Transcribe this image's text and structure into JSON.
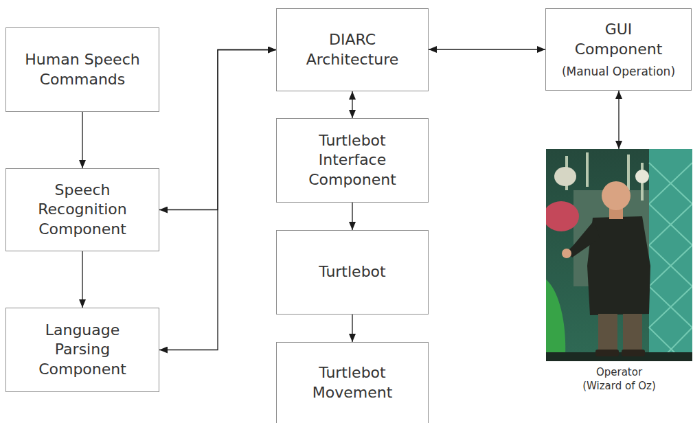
{
  "diagram": {
    "nodes": [
      {
        "text": [
          "Human Speech Commands"
        ]
      },
      {
        "text": [
          "DIARC Architecture"
        ]
      },
      {
        "text": [
          "GUI Component",
          "(Manual Operation)"
        ]
      },
      {
        "text": [
          "Turtlebot Interface Component"
        ]
      },
      {
        "text": [
          "Speech Recognition Component"
        ]
      },
      {
        "text": [
          "Operator (Wizard of Oz)"
        ]
      },
      {
        "text": [
          "Language Parsing Component"
        ]
      },
      {
        "text": [
          "Turtlebot"
        ]
      },
      {
        "text": [
          "Turtlebot Movement"
        ]
      }
    ],
    "edges": [
      {
        "from": 0,
        "to": 4,
        "arrow": "to"
      },
      {
        "from": 4,
        "to": 6,
        "arrow": "to"
      },
      {
        "from": 1,
        "to": 4,
        "arrow": "both"
      },
      {
        "from": 1,
        "to": 6,
        "arrow": "both"
      },
      {
        "from": 1,
        "to": 2,
        "arrow": "both"
      },
      {
        "from": 1,
        "to": 3,
        "arrow": "both"
      },
      {
        "from": 3,
        "to": 7,
        "arrow": "to"
      },
      {
        "from": 7,
        "to": 8,
        "arrow": "to"
      },
      {
        "from": 2,
        "to": 5,
        "arrow": "both"
      }
    ]
  }
}
